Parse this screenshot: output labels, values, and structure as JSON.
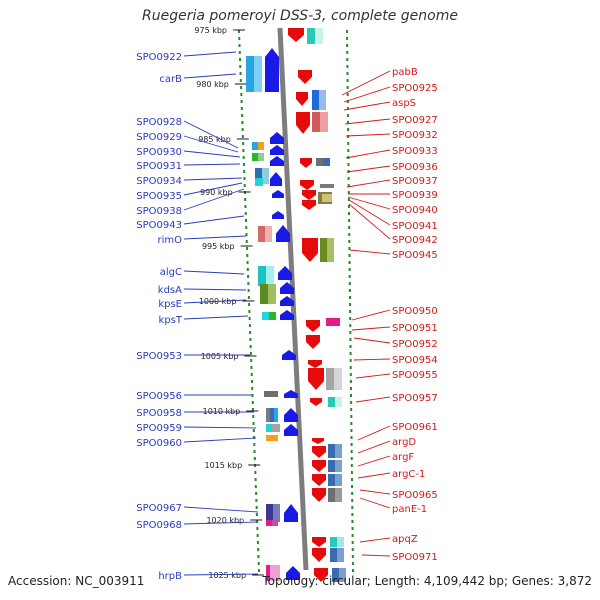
{
  "title": "Ruegeria pomeroyi DSS-3, complete genome",
  "accession": "Accession: NC_003911",
  "topology": "Topology: circular; Length: 4,109,442 bp; Genes: 3,872",
  "colors": {
    "left_label": "#2a3bbd",
    "right_label": "#d11a1a",
    "forward_gene": "#1a1ae6",
    "reverse_gene": "#e60a0a",
    "backbone": "#8a8a8a",
    "dots": "#2a8a2a"
  },
  "ruler": [
    {
      "label": "975 kbp",
      "partial": true
    },
    {
      "label": "980 kbp"
    },
    {
      "label": "985 kbp"
    },
    {
      "label": "990 kbp"
    },
    {
      "label": "995 kbp"
    },
    {
      "label": "1000 kbp"
    },
    {
      "label": "1005 kbp"
    },
    {
      "label": "1010 kbp"
    },
    {
      "label": "1015 kbp"
    },
    {
      "label": "1020 kbp"
    },
    {
      "label": "1025 kbp"
    }
  ],
  "left_genes": [
    "SPO0922",
    "carB",
    "SPO0928",
    "SPO0929",
    "SPO0930",
    "SPO0931",
    "SPO0934",
    "SPO0935",
    "SPO0938",
    "SPO0943",
    "rimO",
    "algC",
    "kdsA",
    "kpsE",
    "kpsT",
    "SPO0953",
    "SPO0956",
    "SPO0958",
    "SPO0959",
    "SPO0960",
    "SPO0967",
    "SPO0968",
    "hrpB"
  ],
  "right_genes": [
    "pabB",
    "SPO0925",
    "aspS",
    "SPO0927",
    "SPO0932",
    "SPO0933",
    "SPO0936",
    "SPO0937",
    "SPO0939",
    "SPO0940",
    "SPO0941",
    "SPO0942",
    "SPO0945",
    "SPO0950",
    "SPO0951",
    "SPO0952",
    "SPO0954",
    "SPO0955",
    "SPO0957",
    "SPO0961",
    "argD",
    "argF",
    "argC-1",
    "SPO0965",
    "panE-1",
    "apqZ",
    "SPO0971"
  ]
}
